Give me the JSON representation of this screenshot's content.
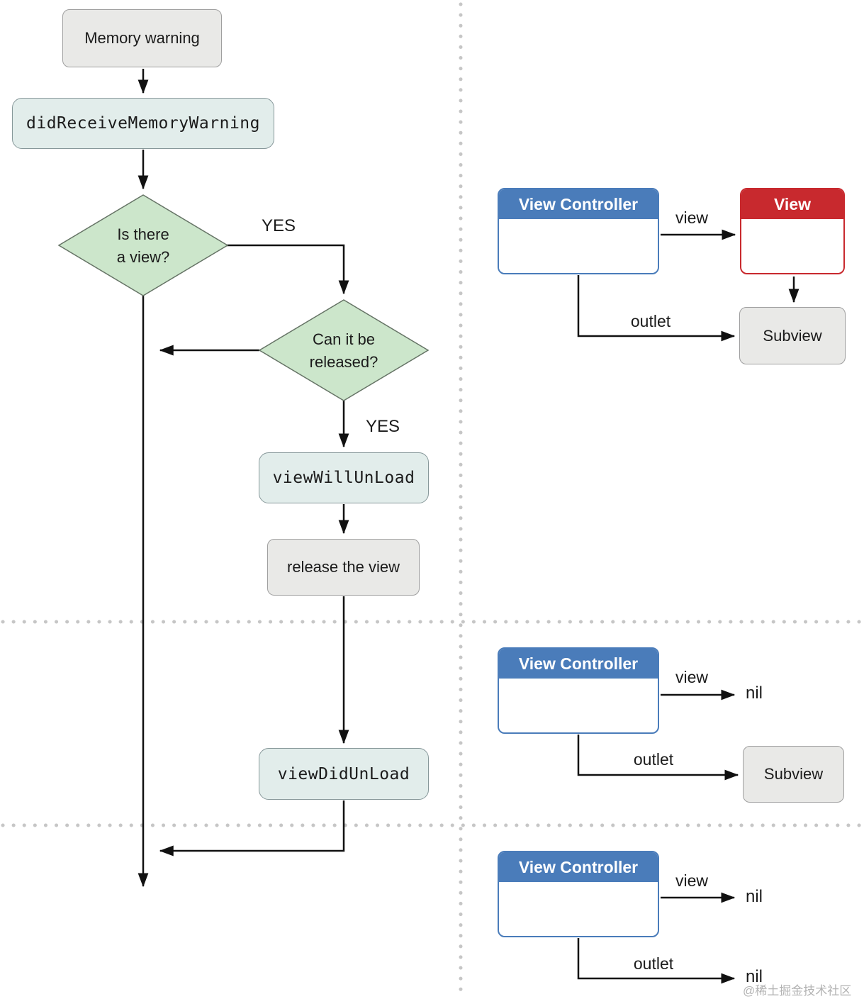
{
  "flowchart": {
    "memory_warning": "Memory warning",
    "did_receive_memory_warning": "didReceiveMemoryWarning",
    "is_there_a_view": "Is there\na view?",
    "can_it_be_released": "Can it be\nreleased?",
    "yes_label_1": "YES",
    "yes_label_2": "YES",
    "view_will_unload": "viewWillUnLoad",
    "release_the_view": "release the view",
    "view_did_unload": "viewDidUnLoad"
  },
  "diagrams": [
    {
      "controller": "View Controller",
      "view_edge": "view",
      "view_target": "View",
      "outlet_edge": "outlet",
      "outlet_target": "Subview"
    },
    {
      "controller": "View Controller",
      "view_edge": "view",
      "view_target": "nil",
      "outlet_edge": "outlet",
      "outlet_target": "Subview"
    },
    {
      "controller": "View Controller",
      "view_edge": "view",
      "view_target": "nil",
      "outlet_edge": "outlet",
      "outlet_target": "nil"
    }
  ],
  "watermark": "@稀土掘金技术社区",
  "colors": {
    "controller_header": "#4a7cba",
    "view_header": "#c8292e",
    "decision_fill": "#cce6cb",
    "decision_stroke": "#667466",
    "method_fill": "#e2edeb",
    "plain_fill": "#e9e9e7",
    "line": "#111111",
    "divider_dots": "#c6c6c6"
  }
}
